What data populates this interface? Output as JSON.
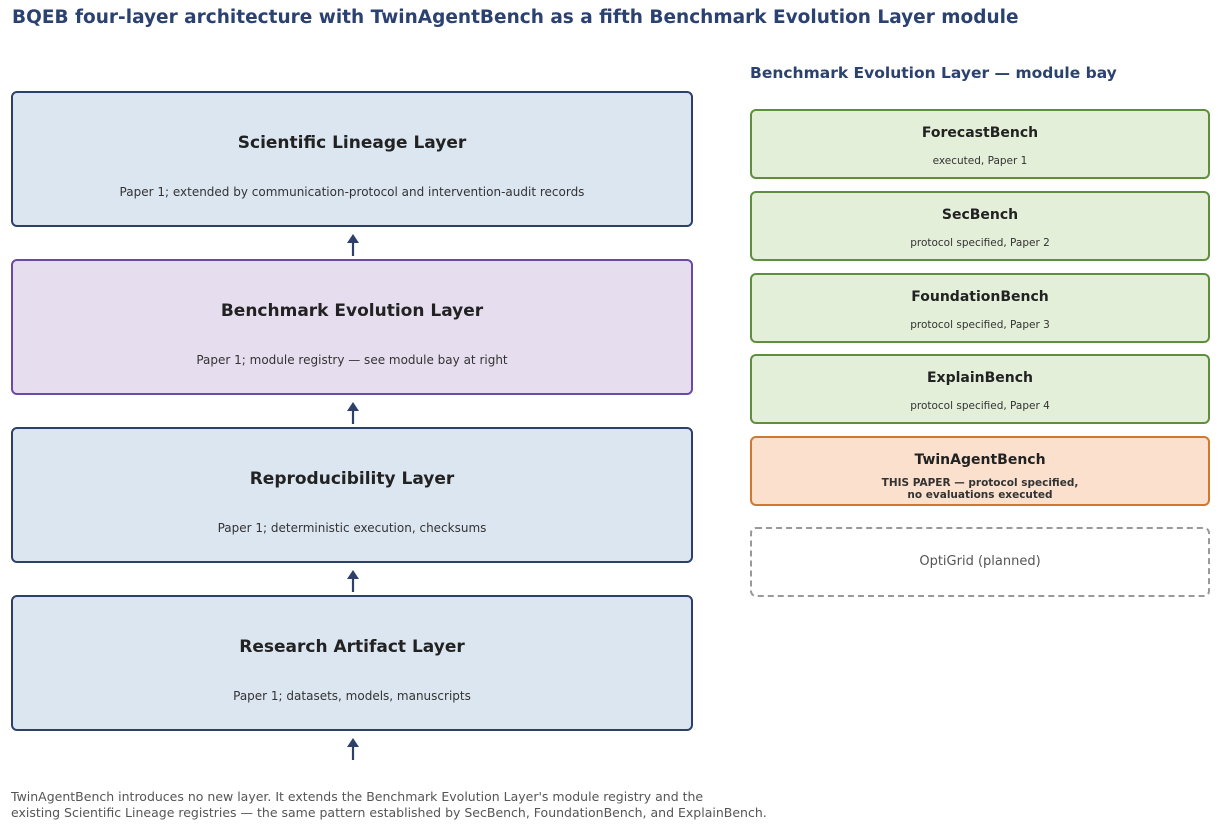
{
  "title": "BQEB four-layer architecture with TwinAgentBench as a fifth Benchmark Evolution Layer module",
  "layers": [
    {
      "name": "Scientific Lineage Layer",
      "desc": "Paper 1; extended by communication-protocol and intervention-audit records"
    },
    {
      "name": "Benchmark Evolution Layer",
      "desc": "Paper 1; module registry — see module bay at right"
    },
    {
      "name": "Reproducibility Layer",
      "desc": "Paper 1; deterministic execution, checksums"
    },
    {
      "name": "Research Artifact Layer",
      "desc": "Paper 1; datasets, models, manuscripts"
    }
  ],
  "bay": {
    "title": "Benchmark Evolution Layer — module bay",
    "modules": [
      {
        "name": "ForecastBench",
        "status": "executed, Paper 1"
      },
      {
        "name": "SecBench",
        "status": "protocol specified, Paper 2"
      },
      {
        "name": "FoundationBench",
        "status": "protocol specified, Paper 3"
      },
      {
        "name": "ExplainBench",
        "status": "protocol specified, Paper 4"
      },
      {
        "name": "TwinAgentBench",
        "status": "THIS PAPER — protocol specified,\nno evaluations executed"
      },
      {
        "name": "OptiGrid (planned)",
        "status": ""
      }
    ]
  },
  "footnote": "TwinAgentBench introduces no new layer. It extends the Benchmark Evolution Layer's module registry and the\nexisting Scientific Lineage registries — the same pattern established by SecBench, FoundationBench, and ExplainBench.",
  "colors": {
    "layer_fill": "#dce6f1",
    "layer_border": "#2c4068",
    "evolution_fill": "#e6deef",
    "evolution_border": "#6a4aa3",
    "module_fill": "#e3efd9",
    "module_border": "#5e8f3e",
    "highlight_fill": "#fbe0cd",
    "highlight_border": "#d0782f",
    "arrow": "#2c4068"
  }
}
